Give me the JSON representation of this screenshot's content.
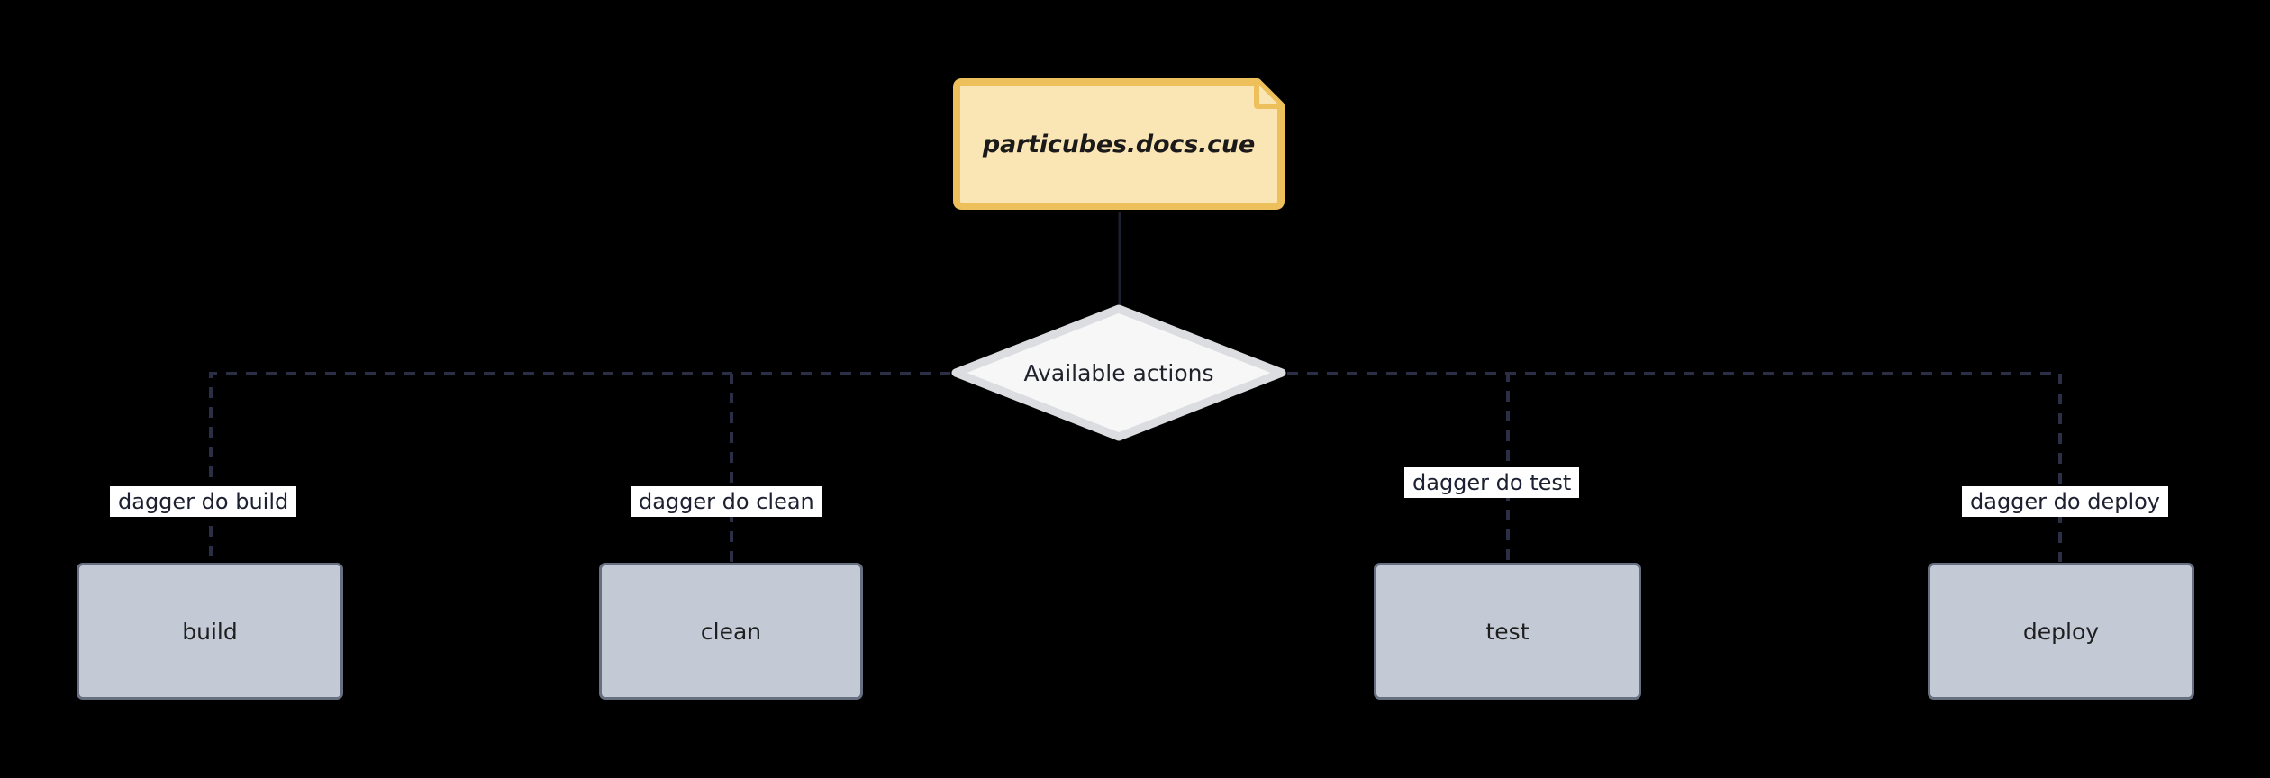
{
  "diagram": {
    "type": "flowchart",
    "direction": "top-down",
    "background_color": "#000000",
    "nodes": [
      {
        "id": "note",
        "shape": "note",
        "label": "particubes.docs.cue",
        "fill_color": "#fae5b4",
        "stroke_color": "#eec05b",
        "text_color": "#1a1a1a"
      },
      {
        "id": "decision",
        "shape": "diamond",
        "label": "Available actions",
        "fill_color": "#f7f7f8",
        "stroke_color": "#dcdde1",
        "text_color": "#20232c"
      },
      {
        "id": "build",
        "shape": "rect",
        "label": "build",
        "fill_color": "#c3c9d5",
        "stroke_color": "#667080",
        "text_color": "#1f1f1f"
      },
      {
        "id": "clean",
        "shape": "rect",
        "label": "clean",
        "fill_color": "#c3c9d5",
        "stroke_color": "#667080",
        "text_color": "#1f1f1f"
      },
      {
        "id": "test",
        "shape": "rect",
        "label": "test",
        "fill_color": "#c3c9d5",
        "stroke_color": "#667080",
        "text_color": "#1f1f1f"
      },
      {
        "id": "deploy",
        "shape": "rect",
        "label": "deploy",
        "fill_color": "#c3c9d5",
        "stroke_color": "#667080",
        "text_color": "#1f1f1f"
      }
    ],
    "edges": [
      {
        "from": "note",
        "to": "decision",
        "label": "",
        "style": "solid",
        "color": "#1c2030"
      },
      {
        "from": "decision",
        "to": "build",
        "label": "dagger do build",
        "style": "dashed",
        "color": "#2b2f45"
      },
      {
        "from": "decision",
        "to": "clean",
        "label": "dagger do clean",
        "style": "dashed",
        "color": "#2b2f45"
      },
      {
        "from": "decision",
        "to": "test",
        "label": "dagger do test",
        "style": "dashed",
        "color": "#2b2f45"
      },
      {
        "from": "decision",
        "to": "deploy",
        "label": "dagger do deploy",
        "style": "dashed",
        "color": "#2b2f45"
      }
    ],
    "edge_label_style": {
      "background_color": "#ffffff",
      "text_color": "#1c2030"
    }
  }
}
